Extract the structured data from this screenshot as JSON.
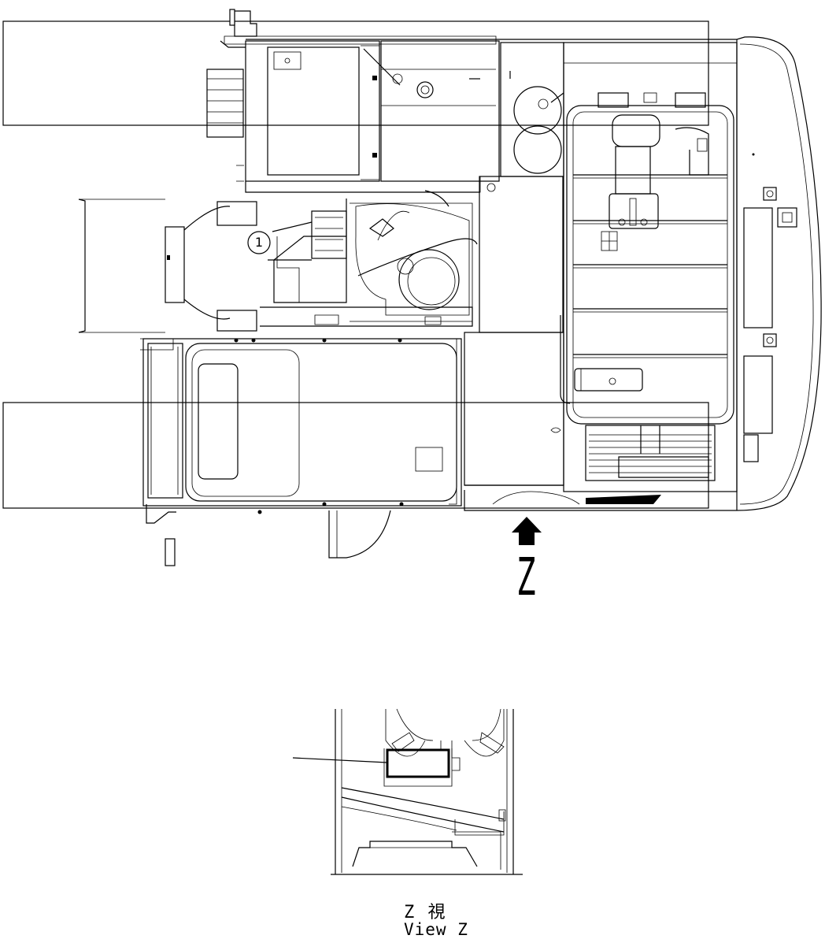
{
  "callout": {
    "number": "1"
  },
  "view_marker": {
    "letter": "Z"
  },
  "caption": {
    "line1": "Z  視",
    "line2": "View Z"
  }
}
